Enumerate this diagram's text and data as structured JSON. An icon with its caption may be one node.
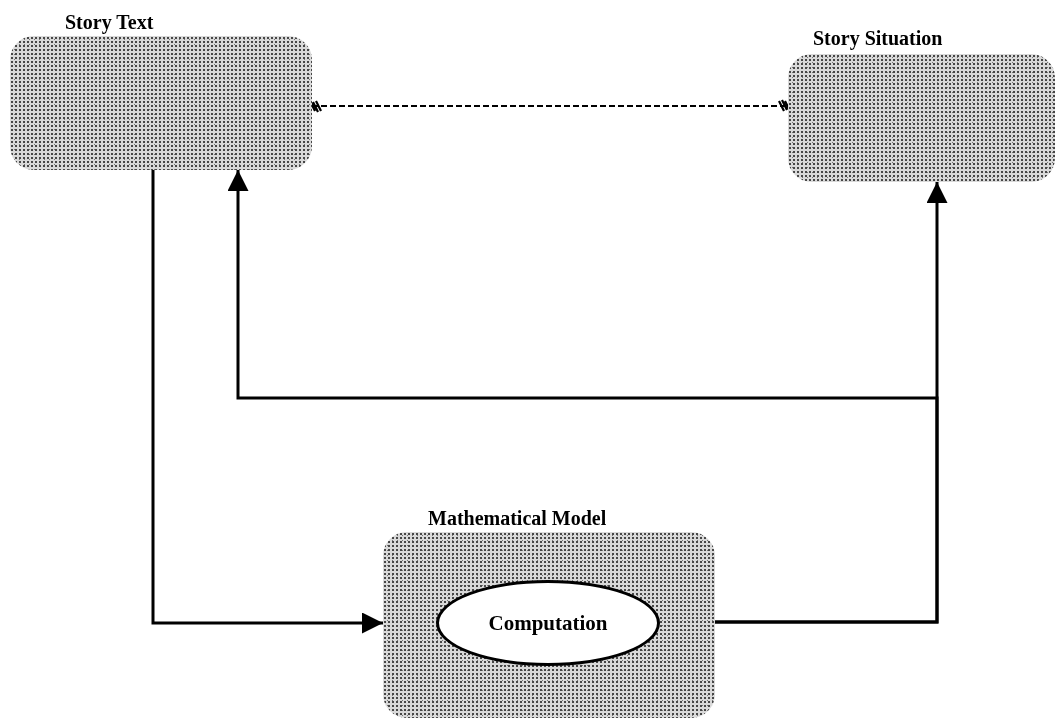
{
  "diagram": {
    "nodes": [
      {
        "text": [
          "Story Text"
        ]
      },
      {
        "text": [
          "Story Situation"
        ]
      },
      {
        "text": [
          "Mathematical Model"
        ]
      },
      {
        "text": [
          "Computation"
        ],
        "in": 2
      }
    ],
    "edges": [
      {
        "from": 0,
        "to": 2,
        "arrow": "to"
      },
      {
        "from": 2,
        "to": 1,
        "arrow": "to"
      },
      {
        "from": 2,
        "to": 0,
        "arrow": "to"
      },
      {
        "from": 0,
        "to": 1,
        "arrow": "other",
        "style": "dashed"
      }
    ]
  }
}
